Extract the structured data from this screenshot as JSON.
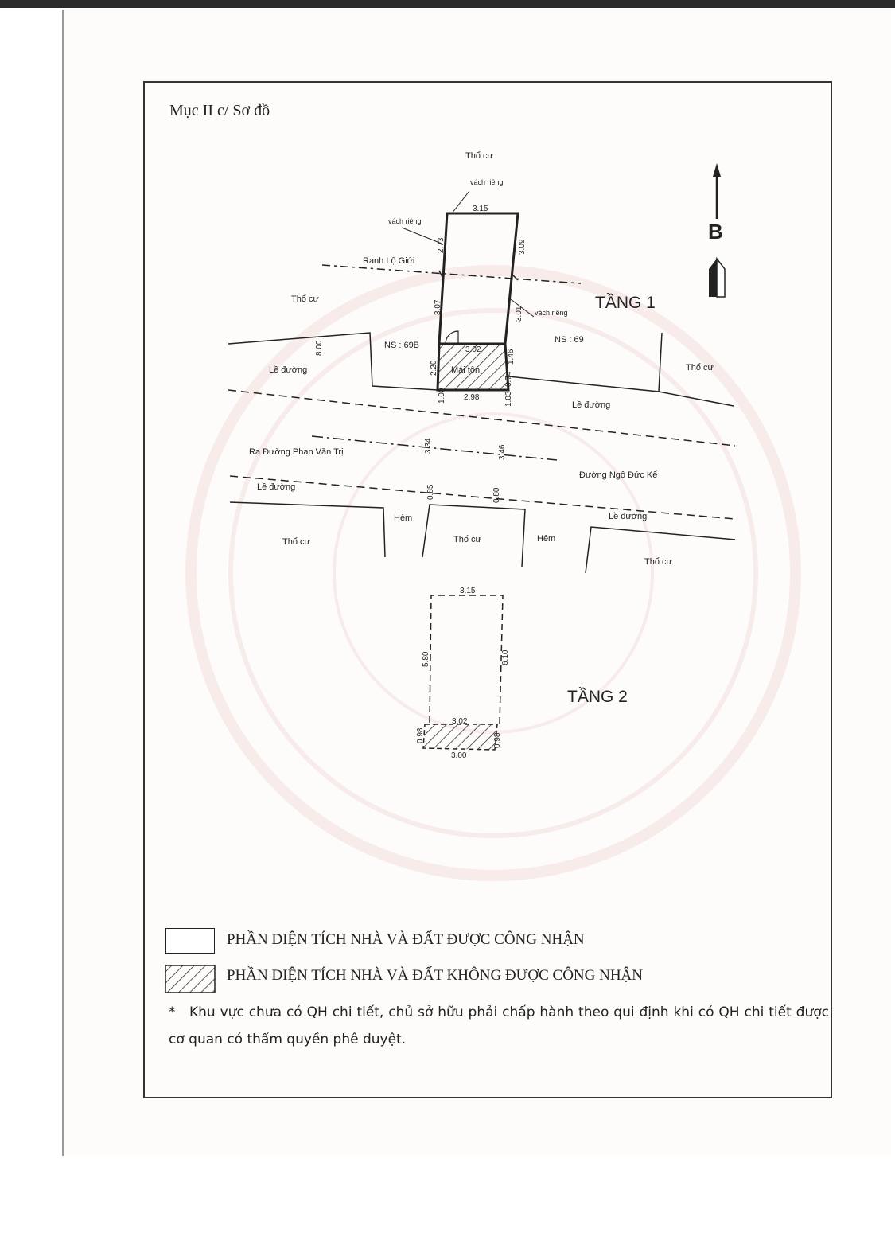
{
  "section_title": "Mục II c/ Sơ đồ",
  "north_letter": "B",
  "floor1": {
    "title": "TẦNG 1",
    "labels": {
      "tho_cu_top": "Thổ cư",
      "vach_rieng_top": "vách riêng",
      "vach_rieng_left": "vách riêng",
      "vach_rieng_right": "vách riêng",
      "ranh_lo_gioi": "Ranh Lộ Giới",
      "tho_cu_left": "Thổ cư",
      "ns_left": "NS : 69B",
      "ns_right": "NS : 69",
      "le_duong_left": "Lề đường",
      "tho_cu_right": "Thổ cư",
      "mai_ton": "Mái tôn",
      "le_duong_mid": "Lề đường",
      "ra_duong": "Ra Đường Phan Văn Trị",
      "duong_ngo": "Đường Ngô Đức Kế",
      "le_duong_bottom_left": "Lề đường",
      "hem_left": "Hẻm",
      "hem_right": "Hẻm",
      "le_duong_bottom_right": "Lề đường",
      "tho_cu_bl": "Thổ cư",
      "tho_cu_bm": "Thổ cư",
      "tho_cu_br": "Thổ cư"
    },
    "dims": {
      "top_width": "3.15",
      "left_upper": "2.73",
      "right_upper": "3.09",
      "left_mid": "3.07",
      "right_mid": "3.01",
      "inner_width": "3.02",
      "left_hatch": "2.20",
      "right_hatch": "1.46",
      "lot_width_left": "8.00",
      "bottom_width": "2.98",
      "left_low": "1.00",
      "right_low_a": "1.03",
      "right_low_b": "0.74",
      "road_left": "3.34",
      "road_right": "3.46",
      "sidewalk_left": "0.85",
      "sidewalk_right": "0.80"
    }
  },
  "floor2": {
    "title": "TẦNG 2",
    "dims": {
      "top_width": "3.15",
      "left_side": "5.80",
      "right_side": "6.10",
      "inner_width": "3.02",
      "left_hatch": "0.98",
      "right_hatch": "0.98",
      "bottom_width": "3.00"
    }
  },
  "legend": {
    "recognized": "PHẦN DIỆN TÍCH NHÀ VÀ ĐẤT ĐƯỢC CÔNG NHẬN",
    "not_recognized": "PHẦN DIỆN TÍCH NHÀ VÀ ĐẤT KHÔNG ĐƯỢC CÔNG NHẬN"
  },
  "note_star": "*",
  "note": "Khu vực chưa có QH chi tiết, chủ sở hữu phải chấp hành theo qui định khi có QH chi tiết được cơ quan có thẩm quyền phê duyệt."
}
